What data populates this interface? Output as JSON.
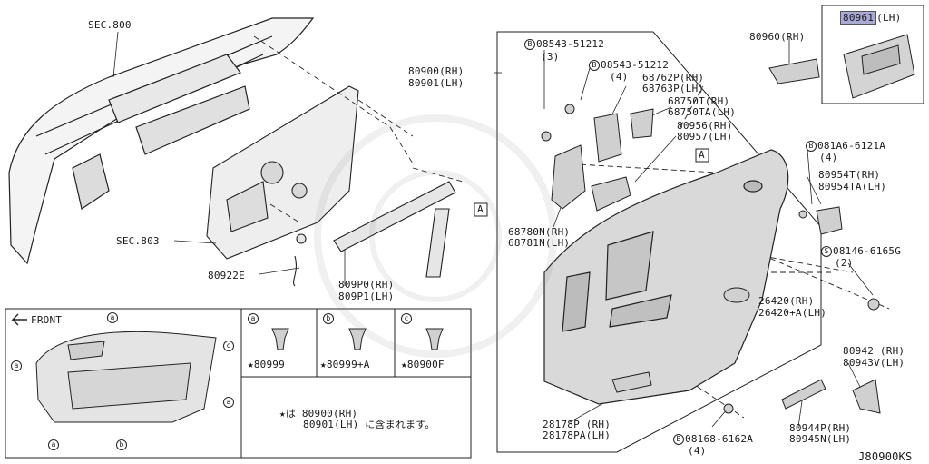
{
  "labels": {
    "sec800": "SEC.800",
    "sec803": "SEC.803",
    "p80922e": "80922E",
    "p809p0": "809P0(RH)",
    "p809p1": "809P1(LH)",
    "p80900": "80900(RH)",
    "p80901": "80901(LH)",
    "b08543a": "08543-51212",
    "b08543a_q": "(3)",
    "b08543b": "08543-51212",
    "b08543b_q": "(4)",
    "p68762p": "68762P(RH)",
    "p68763p": "68763P(LH)",
    "p68750t": "68750T(RH)",
    "p68750ta": "68750TA(LH)",
    "p80956": "80956(RH)",
    "p80957": "80957(LH)",
    "p68780n": "68780N(RH)",
    "p68781n": "68781N(LH)",
    "p80960": "80960(RH)",
    "p80961": "80961",
    "p80961_lh": "(LH)",
    "b081a6": "081A6-6121A",
    "b081a6_q": "(4)",
    "p80954t": "80954T(RH)",
    "p80954ta": "80954TA(LH)",
    "s08146": "08146-6165G",
    "s08146_q": "(2)",
    "p26420": "26420(RH)",
    "p26420a": "26420+A(LH)",
    "p80942": "80942 (RH)",
    "p80943v": "80943V(LH)",
    "p28178p": "28178P (RH)",
    "p28178pa": "28178PA(LH)",
    "b08168": "08168-6162A",
    "b08168_q": "(4)",
    "p80944p": "80944P(RH)",
    "p80945n": "80945N(LH)",
    "ref_a1": "A",
    "ref_a2": "A",
    "code": "J80900KS"
  },
  "circles": {
    "b": "B",
    "s": "S",
    "a": "a",
    "bb": "b",
    "c": "c"
  },
  "inset": {
    "front": "FRONT",
    "note_line1": "★は 80900(RH)",
    "note_line2": "80901(LH) に含まれます。"
  },
  "legend": [
    {
      "letter": "a",
      "part": "★80999"
    },
    {
      "letter": "b",
      "part": "★80999+A"
    },
    {
      "letter": "c",
      "part": "★80900F"
    }
  ]
}
